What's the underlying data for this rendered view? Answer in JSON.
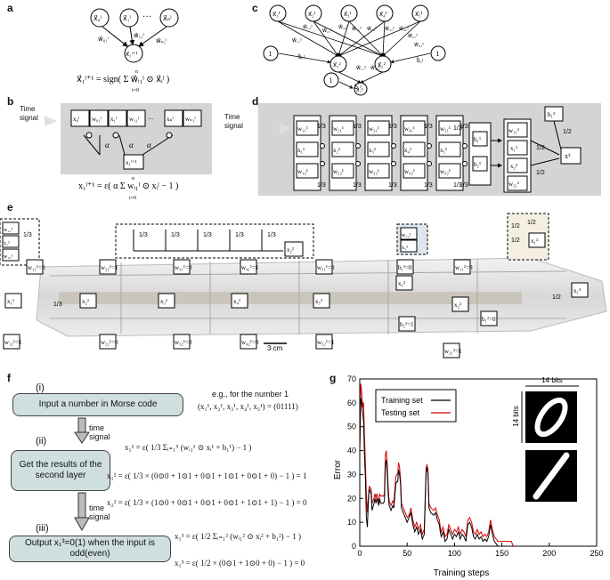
{
  "panel_labels": {
    "a": "a",
    "b": "b",
    "c": "c",
    "d": "d",
    "e": "e",
    "f": "f",
    "g": "g"
  },
  "panel_a": {
    "nodes": [
      "x⃗₀ˡ",
      "x⃗₁ˡ",
      "x⃗ₙˡ"
    ],
    "dots": "···",
    "out": "x⃗₁ˡ⁺¹",
    "weights": [
      "w⃗₀₁ˡ",
      "w⃗₁₁ˡ",
      "w⃗ₙ₁ˡ"
    ],
    "equation": "x⃗₁ˡ⁺¹ = sign( Σ w⃗ᵢ₁ˡ ⊙ x⃗ᵢˡ )",
    "sum_top": "n",
    "sum_bottom": "i=0"
  },
  "panel_b": {
    "time_signal": "Time signal",
    "cells": [
      "x₀ˡ",
      "w₀₁ˡ",
      "x₁ˡ",
      "w₁₁ˡ",
      "···",
      "xₙˡ",
      "wₙ₁ˡ"
    ],
    "alpha": "α",
    "out": "x₁ˡ⁺¹",
    "equation": "x₁ˡ⁺¹ = ε( α Σ wᵢ₁ˡ ⊙ xᵢˡ − 1 )",
    "sum_top": "n",
    "sum_bottom": "i=0"
  },
  "panel_c": {
    "inputs": [
      "x⃗₁¹",
      "x⃗₂¹",
      "x⃗₃¹",
      "x⃗₄¹",
      "x⃗₅¹"
    ],
    "hidden": [
      "x⃗₁²",
      "x⃗₂²"
    ],
    "output": "x⃗₁³",
    "bias": "1",
    "weights": [
      "w⃗₁₂¹",
      "w⃗₂₂¹",
      "w⃗₃₁¹",
      "w⃗₃₂¹",
      "w⃗₄₁¹",
      "w⃗₄₂¹",
      "w⃗₅₁¹",
      "w⃗₁₁¹",
      "w⃗₂₁¹",
      "w⃗₅₂¹"
    ],
    "biases": [
      "b⃗₁¹",
      "b⃗₂¹",
      "b⃗₁²"
    ],
    "out_weights": [
      "w⃗₁₁²",
      "w⃗₂₁²"
    ]
  },
  "panel_d": {
    "time_signal": "Time signal",
    "frac": "1/3",
    "half": "1/2",
    "groups": [
      [
        "w₁₁¹",
        "x₁¹",
        "w₁₂¹"
      ],
      [
        "w₂₁¹",
        "x₂¹",
        "w₂₂¹"
      ],
      [
        "w₃₁¹",
        "x₃¹",
        "w₃₂¹"
      ],
      [
        "w₄₁¹",
        "x₄¹",
        "w₄₂¹"
      ],
      [
        "w₅₁¹",
        "x₅¹",
        "w₅₂¹"
      ]
    ],
    "biases": [
      "b₁¹",
      "b₂¹"
    ],
    "layer2": [
      "w₁₁²",
      "x₁²",
      "x₂²",
      "w₂₁²"
    ],
    "b2": "b₁²",
    "out": "x³"
  },
  "panel_e": {
    "scale": "3 cm",
    "frac": "1/3",
    "half": "1/2",
    "top_labels": [
      "w₁₁¹=0",
      "w₂₁¹=1",
      "w₃₁¹=0",
      "w₄₁¹=1",
      "w₅₁¹=0",
      "b₁¹=0",
      "w₁₁²=0"
    ],
    "bottom_labels": [
      "w₁₂¹=1",
      "w₂₂¹=0",
      "w₃₂¹=0",
      "w₄₂¹=0",
      "w₅₂¹=1",
      "b₂¹=1",
      "w₂₁²=1",
      "b₁²=0"
    ],
    "inline_labels": [
      "x₁¹",
      "x₂¹",
      "x₃¹",
      "x₄¹",
      "x₅¹",
      "x₁²",
      "x₂²",
      "x₁³"
    ],
    "inset_left": [
      "w₁₁¹",
      "x₁¹",
      "w₁₂¹"
    ],
    "inset_right": [
      "w₁₁²",
      "x₁²"
    ],
    "inset_mid_out": "x₂²",
    "inset_far_out": "x₁³"
  },
  "panel_f": {
    "step1": "(i)",
    "step2": "(ii)",
    "step3": "(iii)",
    "box1": "Input a number in Morse code",
    "box2": "Get the results of the second layer",
    "box3": "Output x₁³=0(1) when the input is odd(even)",
    "time_signal": "time signal",
    "example": "e.g., for the number 1",
    "example_vec": "(x₁¹, x₂¹, x₃¹, x₄¹, x₅¹) = (01111)",
    "eq1": "x₁² = ε( 1/3 Σᵢ₌₁⁵ (wᵢ₁¹ ⊙ xᵢ¹ + b₁¹) − 1 )",
    "eq2": "x₁² = ε( 1/3 × (0⊙0 + 1⊙1 + 0⊙1 + 1⊙1 + 0⊙1 + 0) − 1 ) = 1",
    "eq3": "x₂² = ε( 1/3 × (1⊙0 + 0⊙1 + 0⊙1 + 0⊙1 + 1⊙1 + 1) − 1 ) = 0",
    "eq4": "x₁³ = ε( 1/2 Σᵢ₌₁² (wᵢ₁² ⊙ xᵢ² + b₁²) − 1 )",
    "eq5": "x₁³ = ε( 1/2 × (0⊙1 + 1⊙0 + 0) − 1 ) = 0"
  },
  "chart_data": {
    "type": "line",
    "xlabel": "Training steps",
    "ylabel": "Error",
    "xlim": [
      0,
      250
    ],
    "ylim": [
      0,
      70
    ],
    "xticks": [
      0,
      50,
      100,
      150,
      200,
      250
    ],
    "yticks": [
      0,
      10,
      20,
      30,
      40,
      50,
      60,
      70
    ],
    "legend_position": "top-left",
    "series": [
      {
        "name": "Training set",
        "color": "#000000",
        "points": [
          [
            0,
            40
          ],
          [
            1,
            62
          ],
          [
            2,
            60
          ],
          [
            4,
            52
          ],
          [
            5,
            38
          ],
          [
            6,
            28
          ],
          [
            7,
            12
          ],
          [
            8,
            8
          ],
          [
            9,
            18
          ],
          [
            10,
            24
          ],
          [
            12,
            22
          ],
          [
            13,
            15
          ],
          [
            15,
            18
          ],
          [
            16,
            20
          ],
          [
            17,
            18
          ],
          [
            18,
            20
          ],
          [
            20,
            17
          ],
          [
            21,
            20
          ],
          [
            22,
            18
          ],
          [
            25,
            18
          ],
          [
            26,
            19
          ],
          [
            27,
            34
          ],
          [
            28,
            36
          ],
          [
            29,
            30
          ],
          [
            30,
            22
          ],
          [
            31,
            17
          ],
          [
            33,
            15
          ],
          [
            35,
            17
          ],
          [
            36,
            16
          ],
          [
            38,
            26
          ],
          [
            39,
            27
          ],
          [
            40,
            27
          ],
          [
            41,
            32
          ],
          [
            42,
            30
          ],
          [
            43,
            26
          ],
          [
            44,
            16
          ],
          [
            46,
            14
          ],
          [
            48,
            12
          ],
          [
            50,
            10
          ],
          [
            52,
            12
          ],
          [
            54,
            14
          ],
          [
            56,
            9
          ],
          [
            58,
            6
          ],
          [
            60,
            8
          ],
          [
            62,
            5
          ],
          [
            64,
            7
          ],
          [
            66,
            3
          ],
          [
            68,
            5
          ],
          [
            70,
            31
          ],
          [
            71,
            33
          ],
          [
            72,
            30
          ],
          [
            73,
            16
          ],
          [
            75,
            14
          ],
          [
            78,
            13
          ],
          [
            80,
            14
          ],
          [
            82,
            11
          ],
          [
            84,
            9
          ],
          [
            85,
            6
          ],
          [
            86,
            4
          ],
          [
            88,
            6
          ],
          [
            90,
            2
          ],
          [
            92,
            3
          ],
          [
            94,
            7
          ],
          [
            96,
            5
          ],
          [
            98,
            3
          ],
          [
            100,
            5
          ],
          [
            102,
            4
          ],
          [
            104,
            6
          ],
          [
            106,
            3
          ],
          [
            108,
            5
          ],
          [
            110,
            4
          ],
          [
            112,
            2
          ],
          [
            114,
            9
          ],
          [
            116,
            10
          ],
          [
            118,
            8
          ],
          [
            120,
            4
          ],
          [
            122,
            3
          ],
          [
            124,
            5
          ],
          [
            126,
            3
          ],
          [
            128,
            4
          ],
          [
            130,
            2
          ],
          [
            132,
            3
          ],
          [
            134,
            2
          ],
          [
            136,
            4
          ],
          [
            138,
            9
          ],
          [
            140,
            5
          ],
          [
            142,
            2
          ],
          [
            144,
            1
          ],
          [
            146,
            0
          ],
          [
            250,
            0
          ]
        ]
      },
      {
        "name": "Testing set",
        "color": "#d40000",
        "points": [
          [
            0,
            42
          ],
          [
            1,
            68
          ],
          [
            2,
            65
          ],
          [
            3,
            58
          ],
          [
            4,
            60
          ],
          [
            5,
            46
          ],
          [
            6,
            34
          ],
          [
            7,
            22
          ],
          [
            8,
            14
          ],
          [
            9,
            20
          ],
          [
            10,
            25
          ],
          [
            12,
            24
          ],
          [
            13,
            18
          ],
          [
            15,
            20
          ],
          [
            16,
            22
          ],
          [
            17,
            20
          ],
          [
            18,
            22
          ],
          [
            20,
            18
          ],
          [
            21,
            22
          ],
          [
            22,
            21
          ],
          [
            25,
            21
          ],
          [
            26,
            22
          ],
          [
            27,
            38
          ],
          [
            28,
            40
          ],
          [
            29,
            34
          ],
          [
            30,
            25
          ],
          [
            31,
            19
          ],
          [
            33,
            17
          ],
          [
            35,
            19
          ],
          [
            36,
            18
          ],
          [
            38,
            29
          ],
          [
            39,
            30
          ],
          [
            40,
            30
          ],
          [
            41,
            35
          ],
          [
            42,
            33
          ],
          [
            43,
            28
          ],
          [
            44,
            18
          ],
          [
            46,
            16
          ],
          [
            48,
            14
          ],
          [
            50,
            12
          ],
          [
            52,
            13
          ],
          [
            54,
            16
          ],
          [
            56,
            11
          ],
          [
            58,
            8
          ],
          [
            60,
            10
          ],
          [
            62,
            7
          ],
          [
            64,
            9
          ],
          [
            66,
            5
          ],
          [
            68,
            7
          ],
          [
            70,
            33
          ],
          [
            71,
            34
          ],
          [
            72,
            32
          ],
          [
            73,
            18
          ],
          [
            75,
            16
          ],
          [
            78,
            15
          ],
          [
            80,
            16
          ],
          [
            82,
            13
          ],
          [
            84,
            11
          ],
          [
            85,
            8
          ],
          [
            86,
            6
          ],
          [
            88,
            8
          ],
          [
            90,
            4
          ],
          [
            92,
            5
          ],
          [
            94,
            9
          ],
          [
            96,
            7
          ],
          [
            98,
            5
          ],
          [
            100,
            7
          ],
          [
            102,
            6
          ],
          [
            104,
            8
          ],
          [
            106,
            5
          ],
          [
            108,
            7
          ],
          [
            110,
            6
          ],
          [
            112,
            4
          ],
          [
            114,
            11
          ],
          [
            116,
            12
          ],
          [
            118,
            10
          ],
          [
            120,
            6
          ],
          [
            122,
            5
          ],
          [
            124,
            7
          ],
          [
            126,
            5
          ],
          [
            128,
            6
          ],
          [
            130,
            4
          ],
          [
            132,
            5
          ],
          [
            134,
            4
          ],
          [
            136,
            6
          ],
          [
            138,
            11
          ],
          [
            140,
            7
          ],
          [
            142,
            4
          ],
          [
            144,
            3
          ],
          [
            146,
            2
          ],
          [
            160,
            2
          ],
          [
            162,
            0
          ],
          [
            250,
            0
          ]
        ]
      }
    ],
    "inset_width": "14 bits",
    "inset_height": "14 bits"
  }
}
